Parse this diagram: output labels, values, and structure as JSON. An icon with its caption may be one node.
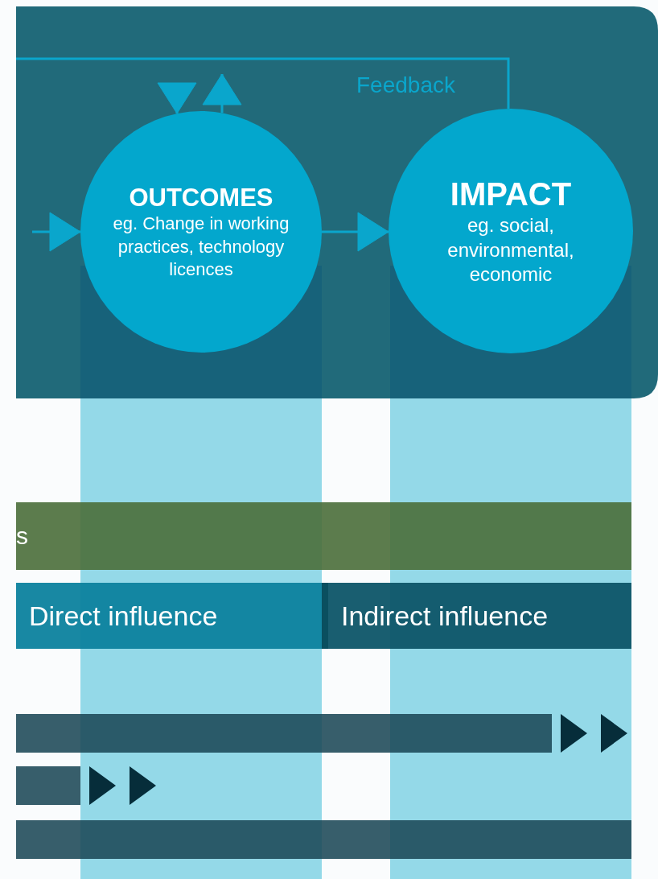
{
  "diagram": {
    "nodes": [
      {
        "text": [
          "OUTCOMES",
          "eg. Change in working practices, technology licences"
        ]
      },
      {
        "text": [
          "IMPACT",
          "eg. social, environmental, economic"
        ]
      },
      {
        "text": [
          "s"
        ]
      },
      {
        "text": [
          "Direct influence"
        ]
      },
      {
        "text": [
          "Indirect influence"
        ]
      },
      {
        "text": [],
        "shape": "bar"
      },
      {
        "text": [],
        "shape": "bar"
      },
      {
        "text": [],
        "shape": "bar"
      }
    ],
    "edges": [
      {
        "from": null,
        "to": 0,
        "arrow": "to"
      },
      {
        "from": 0,
        "to": 1,
        "arrow": "to"
      },
      {
        "from": null,
        "to": 0,
        "arrow": "to"
      },
      {
        "from": 0,
        "to": null,
        "arrow": "to"
      },
      {
        "from": 1,
        "to": null,
        "arrow": "none",
        "label": "Feedback"
      }
    ]
  }
}
